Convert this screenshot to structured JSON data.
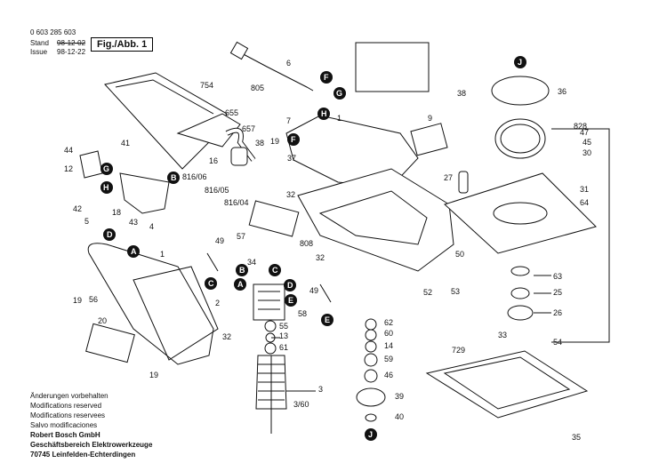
{
  "header": {
    "doc_number": "0 603 285 603",
    "stand_label": "Stand",
    "stand_date": "98-12-02",
    "issue_label": "Issue",
    "issue_date": "98-12-22",
    "figure": "Fig./Abb. 1"
  },
  "notes": {
    "line1": "Änderungen vorbehalten",
    "line2": "Modifications reserved",
    "line3": "Modifications reservees",
    "line4": "Salvo modificaciones",
    "company1": "Robert Bosch GmbH",
    "company2": "Geschäftsbereich Elektrowerkzeuge",
    "company3": "70745 Leinfelden-Echterdingen"
  },
  "callouts": [
    "754",
    "655",
    "657",
    "805",
    "6",
    "1",
    "9",
    "7",
    "19",
    "38",
    "37",
    "44",
    "41",
    "12",
    "16",
    "816/06",
    "816/05",
    "816/04",
    "32",
    "27",
    "36",
    "828",
    "47",
    "45",
    "30",
    "31",
    "64",
    "42",
    "18",
    "43",
    "4",
    "5",
    "57",
    "808",
    "50",
    "52",
    "53",
    "63",
    "25",
    "26",
    "33",
    "54",
    "35",
    "729",
    "2",
    "49",
    "58",
    "55",
    "13",
    "61",
    "3",
    "3/60",
    "62",
    "60",
    "14",
    "59",
    "46",
    "39",
    "40",
    "20",
    "56",
    "19",
    "32",
    "34"
  ],
  "letters": [
    "J",
    "F",
    "G",
    "H",
    "B",
    "D",
    "A",
    "C",
    "E"
  ],
  "colors": {
    "ink": "#111111",
    "callout_fill": "#111111",
    "callout_text": "#ffffff"
  }
}
